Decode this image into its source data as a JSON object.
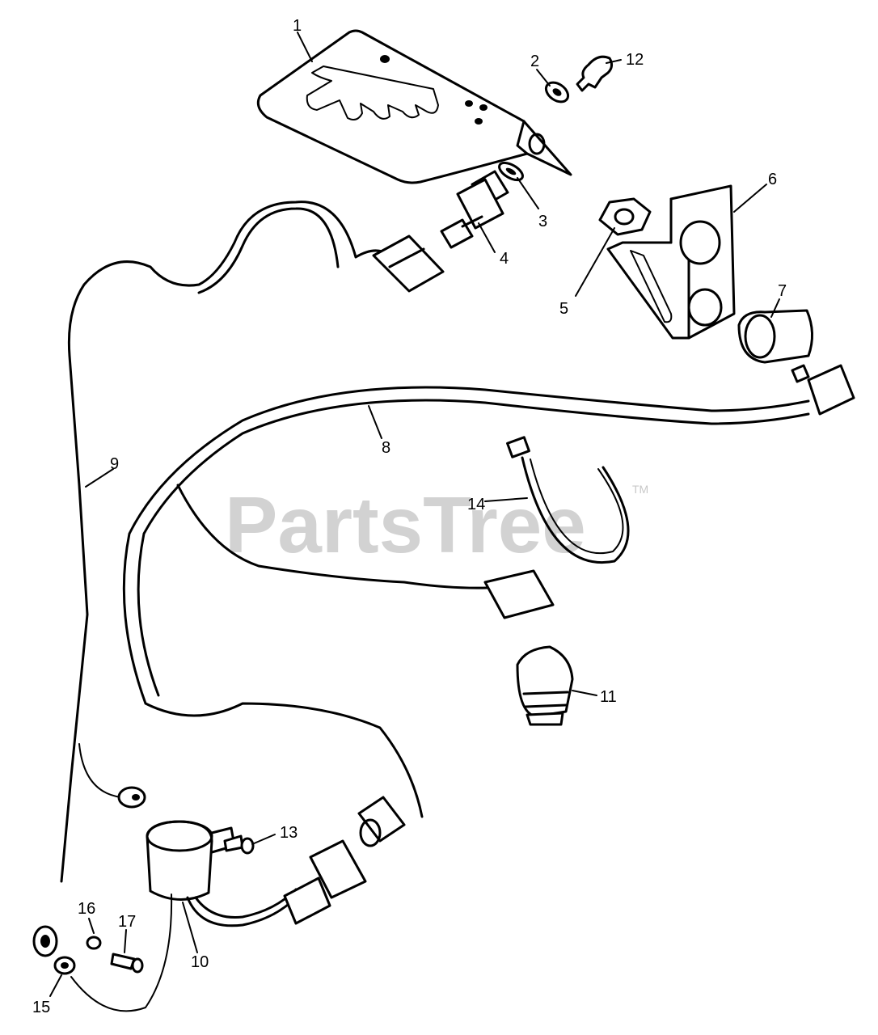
{
  "watermark": {
    "brand": "PartsTree",
    "trademark": "TM"
  },
  "callouts": [
    "1",
    "2",
    "3",
    "4",
    "5",
    "6",
    "7",
    "8",
    "9",
    "10",
    "11",
    "12",
    "13",
    "14",
    "15",
    "16",
    "17"
  ],
  "colors": {
    "ink": "#000000",
    "paper": "#ffffff",
    "watermark": "#d2d2d2"
  }
}
